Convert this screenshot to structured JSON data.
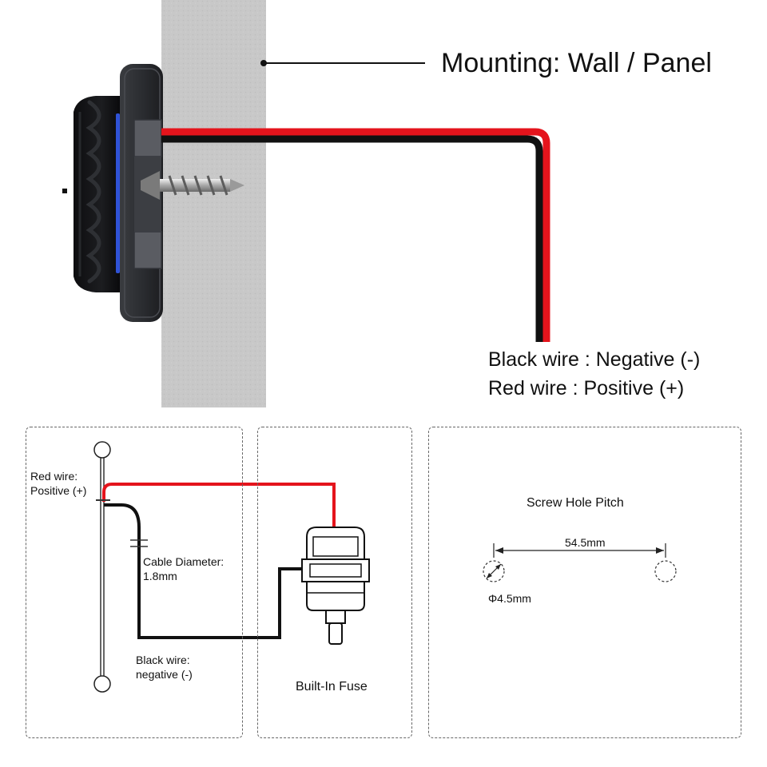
{
  "top": {
    "mounting_label": "Mounting: Wall / Panel",
    "wire_legend": {
      "black": "Black wire : Negative (-)",
      "red": "Red wire : Positive (+)"
    }
  },
  "wiring_panel": {
    "red_label_line1": "Red wire:",
    "red_label_line2": "Positive (+)",
    "cable_label_line1": "Cable Diameter:",
    "cable_label_line2": "1.8mm",
    "black_label_line1": "Black wire:",
    "black_label_line2": "negative (-)"
  },
  "fuse_panel": {
    "label": "Built-In Fuse"
  },
  "screw_panel": {
    "title": "Screw Hole Pitch",
    "pitch": "54.5mm",
    "hole_diameter": "Φ4.5mm"
  },
  "colors": {
    "red_wire": "#e4141c",
    "black_wire": "#111111",
    "wall": "#c9c9c9",
    "device_body": "#2a2c30",
    "blue_ring": "#2f52d6"
  }
}
